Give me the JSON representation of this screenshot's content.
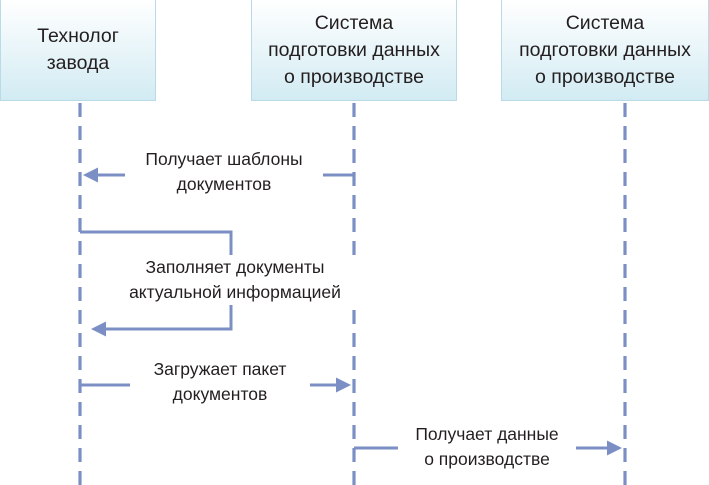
{
  "participants": [
    {
      "label": "Технолог\nзавода"
    },
    {
      "label": "Система\nподготовки данных\nо производстве"
    },
    {
      "label": "Система\nподготовки данных\nо производстве"
    }
  ],
  "messages": [
    {
      "label": "Получает шаблоны\nдокументов"
    },
    {
      "label": "Заполняет документы\nактуальной информацией"
    },
    {
      "label": "Загружает пакет\nдокументов"
    },
    {
      "label": "Получает данные\nо производстве"
    }
  ],
  "colors": {
    "lifeline": "#7b8fc5",
    "arrow": "#7b8fc5",
    "header_border": "#b9dbe7",
    "header_fill": "#d2ebf3"
  }
}
